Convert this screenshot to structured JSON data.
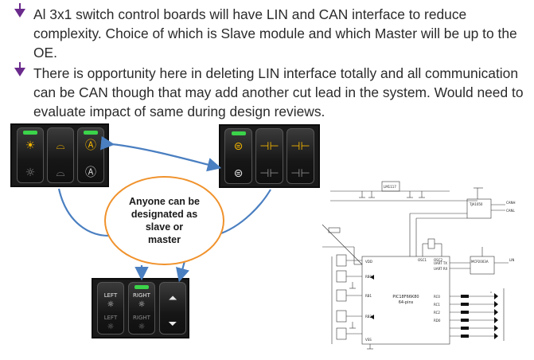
{
  "bullets": [
    "Al 3x1 switch control boards will have LIN and CAN interface to reduce complexity. Choice of which is Slave module and which Master will be up to the OE.",
    "There is opportunity here in deleting LIN interface totally and all communication can be CAN though that may add another cut lead in the system. Would need to evaluate impact of same during design reviews."
  ],
  "bubble_text": "Anyone can be\ndesignated as\nslave or\nmaster",
  "colors": {
    "bullet_marker": "#6a2a8c",
    "arrow": "#4a7fc1",
    "bubble_border": "#f0922c",
    "led_green": "#3bd34a",
    "icon_amber": "#f2b400",
    "icon_white": "#e8e8e8",
    "icon_grey": "#8a8a8a"
  },
  "panels": {
    "top_left": [
      {
        "led": true,
        "top_icon": "sun-icon",
        "bottom_icon": "sun-icon"
      },
      {
        "led": false,
        "top_icon": "defrost-icon",
        "bottom_icon": "defrost-icon"
      },
      {
        "led": true,
        "top_icon": "a-circle-icon",
        "bottom_icon": "a-circle-icon"
      }
    ],
    "top_right": [
      {
        "led": true,
        "top_icon": "diff-lock-icon",
        "bottom_icon": "diff-lock-icon"
      },
      {
        "led": false,
        "top_icon": "axle-lock-icon",
        "bottom_icon": "axle-lock-icon"
      },
      {
        "led": false,
        "top_icon": "axle-lock-icon",
        "bottom_icon": "axle-lock-icon"
      }
    ],
    "bottom": [
      {
        "led": false,
        "top_label": "LEFT",
        "bottom_label": "LEFT"
      },
      {
        "led": true,
        "top_label": "RIGHT",
        "bottom_label": "RIGHT"
      },
      {
        "led": false,
        "top_icon": "seat-up-icon",
        "bottom_icon": "seat-down-icon"
      }
    ]
  },
  "schematic": {
    "mcu_label": "PIC18F66K80",
    "mcu_sub": "64-pins",
    "can_transceiver": "TJA1050",
    "lin_transceiver": "MCP2003A",
    "regulator": "LM1117",
    "pin_labels": [
      "CANH",
      "CANL",
      "LIN",
      "UART TX",
      "UART RX",
      "VDD",
      "VSS",
      "OSC1",
      "OSC2",
      "RB0",
      "RB1",
      "RB2",
      "RC0",
      "RC1",
      "RC2",
      "RD0"
    ]
  }
}
